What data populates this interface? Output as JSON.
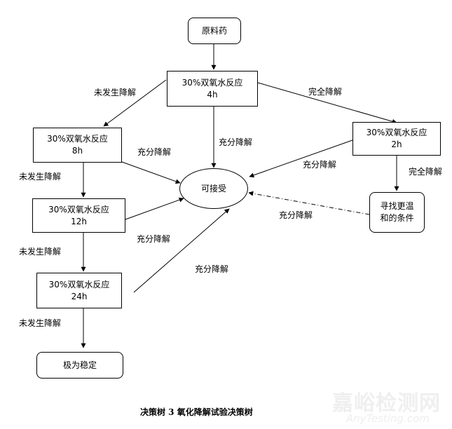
{
  "nodes": {
    "raw": "原料药",
    "r4h_line1": "30%双氧水反应",
    "r4h_line2": "4h",
    "r8h_line1": "30%双氧水反应",
    "r8h_line2": "8h",
    "r12h_line1": "30%双氧水反应",
    "r12h_line2": "12h",
    "r24h_line1": "30%双氧水反应",
    "r24h_line2": "24h",
    "r2h_line1": "30%双氧水反应",
    "r2h_line2": "2h",
    "acceptable": "可接受",
    "milder_line1": "寻找更温",
    "milder_line2": "和的条件",
    "stable": "极为稳定"
  },
  "edge_labels": {
    "no_deg_1": "未发生降解",
    "full_deg_top": "完全降解",
    "sufficient_center": "充分降解",
    "sufficient_8h": "充分降解",
    "sufficient_2h": "充分降解",
    "no_deg_2": "未发生降解",
    "full_deg_right": "完全降解",
    "sufficient_12h": "充分降解",
    "sufficient_milder": "充分降解",
    "no_deg_3": "未发生降解",
    "sufficient_24h": "充分降解",
    "no_deg_4": "未发生降解"
  },
  "caption": "决策树 3    氧化降解试验决策树",
  "watermark": {
    "cn": "嘉峪检测网",
    "en": "AnyTesting.com"
  }
}
